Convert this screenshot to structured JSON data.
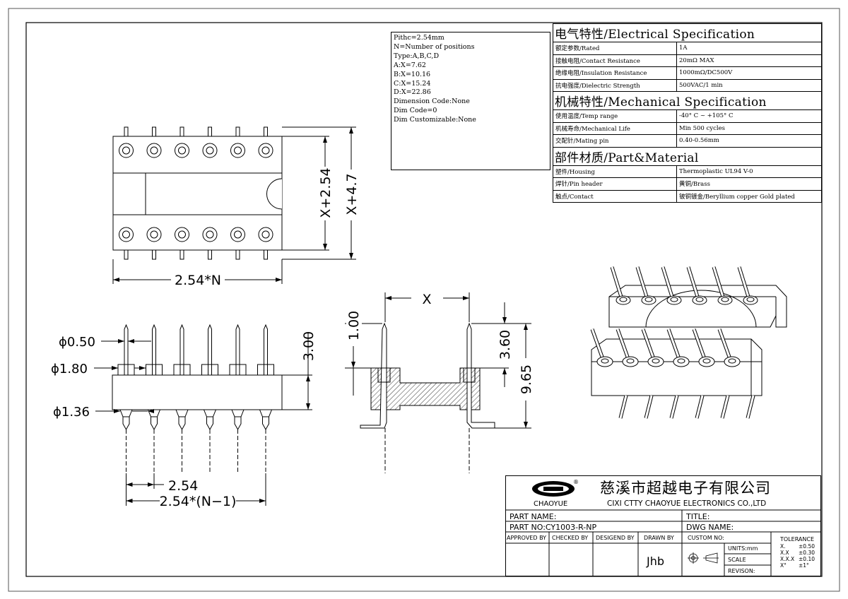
{
  "notes": {
    "lines": [
      "Pithc=2.54mm",
      "N=Number of positions",
      "Type:A,B,C,D",
      "A:X=7.62",
      "B:X=10.16",
      "C:X=15.24",
      "D:X=22.86",
      "Dimension Code:None",
      "Dim Code=0",
      "Dim Customizable:None"
    ]
  },
  "spec": {
    "electrical_title": "电气特性/Electrical Specification",
    "electrical": [
      {
        "label": "额定参数/Rated",
        "value": "1A"
      },
      {
        "label": "接触电阻/Contact Resistance",
        "value": "20mΩ MAX"
      },
      {
        "label": "绝缘电阻/Insulation Resistance",
        "value": "1000mΩ/DC500V"
      },
      {
        "label": "抗电强度/Dielectric Strength",
        "value": "500VAC/1 min"
      }
    ],
    "mechanical_title": "机械特性/Mechanical Specification",
    "mechanical": [
      {
        "label": "使用温度/Temp range",
        "value": "-40° C ~ +105° C"
      },
      {
        "label": "机械寿命/Mechanical Life",
        "value": "Min 500 cycles"
      },
      {
        "label": "交配针/Mating pin",
        "value": "0.40-0.56mm"
      }
    ],
    "material_title": "部件材质/Part&Material",
    "material": [
      {
        "label": "塑件/Housing",
        "value": "Thermoplastic UL94  V-0"
      },
      {
        "label": "焊针/Pin header",
        "value": "黄铜/Brass"
      },
      {
        "label": "触点/Contact",
        "value": "铍铜镀金/Beryllium copper Gold plated"
      }
    ]
  },
  "dims": {
    "top_height_inner": "X+2.54",
    "top_height_outer": "X+4.7",
    "top_width": "2.54*N",
    "pin_dia": "ϕ0.50",
    "body_dia": "ϕ1.80",
    "tail_dia": "ϕ1.36",
    "height": "3.00",
    "pitch": "2.54",
    "pitch_span": "2.54*(N−1)",
    "side_x": "X",
    "side_top": "1.00",
    "side_contact": "3.60",
    "side_total": "9.65"
  },
  "title_block": {
    "logo_text": "CHAOYUE",
    "company_cn": "慈溪市超越电子有限公司",
    "company_en": "CIXI CTTY CHAOYUE ELECTRONICS CO.,LTD",
    "part_name_label": "PART NAME:",
    "title_label": "TITLE:",
    "part_no_label": "PART NO:",
    "part_no_value": "CY1003-R-NP",
    "dwg_name_label": "DWG NAME:",
    "approved_by": "APPROVED BY",
    "checked_by": "CHECKED BY",
    "designed_by": "DESIGEND BY",
    "drawn_by": "DRAWN BY",
    "drawn_by_value": "Jhb",
    "custom_no": "CUSTOM NO:",
    "units": "UNITS:mm",
    "scale": "SCALE",
    "revision": "REVISON:",
    "tolerance_title": "TOLERANCE",
    "tolerance": [
      {
        "k": "X.",
        "v": "±0.50"
      },
      {
        "k": "X.X",
        "v": "±0.30"
      },
      {
        "k": "X.X.X",
        "v": "±0.10"
      },
      {
        "k": "X°",
        "v": "±1°"
      }
    ]
  }
}
